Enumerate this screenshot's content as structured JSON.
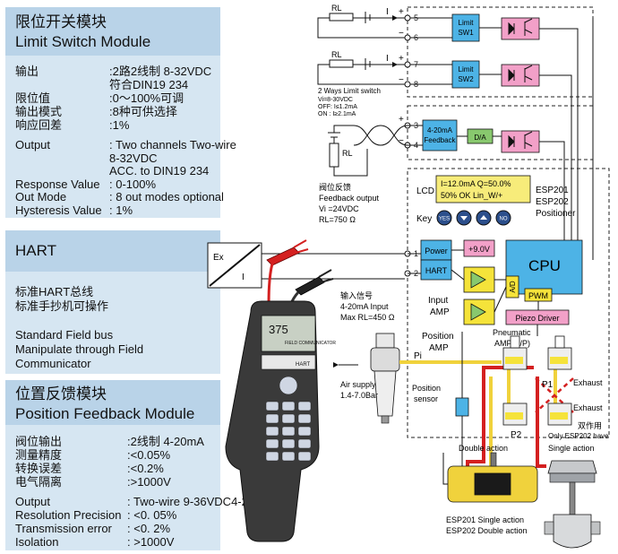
{
  "limit_module": {
    "title_cn": "限位开关模块",
    "title_en": "Limit Switch Module",
    "rows_cn": [
      {
        "k": "输出",
        "v": ":2路2线制  8-32VDC"
      },
      {
        "k": "",
        "v": "符合DIN19 234"
      },
      {
        "k": "限位值",
        "v": ":0～100%可调"
      },
      {
        "k": "输出模式",
        "v": ":8种可供选择"
      },
      {
        "k": "响应回差",
        "v": ":1%"
      }
    ],
    "rows_en": [
      {
        "k": "Output",
        "v": ": Two channels Two-wire"
      },
      {
        "k": "",
        "v": "8-32VDC"
      },
      {
        "k": "",
        "v": "ACC. to DIN19 234"
      },
      {
        "k": "Response Value",
        "v": ": 0-100%"
      },
      {
        "k": "Out Mode",
        "v": ": 8 out modes optional"
      },
      {
        "k": "Hysteresis Value",
        "v": ": 1%"
      }
    ]
  },
  "hart_module": {
    "title": "HART",
    "lines": [
      "标准HART总线",
      "标准手抄机可操作",
      "",
      "Standard Field bus",
      "Manipulate through Field",
      "Communicator"
    ]
  },
  "feedback_module": {
    "title_cn": "位置反馈模块",
    "title_en": "Position Feedback Module",
    "rows_cn": [
      {
        "k": "阀位输出",
        "v": ":2线制 4-20mA"
      },
      {
        "k": "测量精度",
        "v": ":<0.05%"
      },
      {
        "k": "转换误差",
        "v": ":<0.2%"
      },
      {
        "k": "电气隔离",
        "v": ":>1000V"
      }
    ],
    "rows_en": [
      {
        "k": "Output",
        "v": ": Two-wire 9-36VDC4-20mA"
      },
      {
        "k": "Resolution Precision",
        "v": ": <0. 05%"
      },
      {
        "k": "Transmission error",
        "v": ": <0. 2%"
      },
      {
        "k": "Isolation",
        "v": ": >1000V"
      }
    ]
  },
  "communicator": {
    "model": "375",
    "subtitle": "FIELD COMMUNICATOR",
    "brand": "HART"
  },
  "diagram": {
    "rl": "RL",
    "i": "I",
    "terminals": [
      "5",
      "6",
      "7",
      "8",
      "3",
      "4",
      "1",
      "2"
    ],
    "limit_sw1": "Limit SW1",
    "limit_sw2": "Limit SW2",
    "two_ways": "2 Ways Limit switch",
    "two_ways_spec": [
      "Vi=8-30VDC",
      "OFF: I≤1.2mA",
      "ON : I≥2.1mA"
    ],
    "feedback_block": [
      "4-20mA",
      "Feedback"
    ],
    "da": "D/A",
    "feedback_label": [
      "阀位反馈",
      "Feedback output",
      "Vi =24VDC",
      "RL=750 Ω"
    ],
    "lcd_label": "LCD",
    "lcd_lines": [
      "I=12.0mA  Q=50.0%",
      "50%  OK  Lin_W/+"
    ],
    "esp_label": [
      "ESP201",
      "ESP202",
      "Positioner"
    ],
    "key_label": "Key",
    "keys": [
      "YES",
      "",
      "",
      "NO"
    ],
    "power": "Power",
    "hart": "HART",
    "plus9v": "+9.0V",
    "cpu": "CPU",
    "ad": "A/D",
    "pwm": "PWM",
    "input_amp": [
      "Input",
      "AMP"
    ],
    "position_amp": [
      "Position",
      "AMP"
    ],
    "pneumatic_amp": [
      "Pneumatic",
      "AMP(E/P)"
    ],
    "piezo": "Piezo Driver",
    "input_signal": [
      "输入信号",
      "4-20mA Input",
      "Max RL=450 Ω"
    ],
    "ex": "Ex",
    "air_supply": [
      "Air supply",
      "1.4-7.0Bar"
    ],
    "pi": "Pi",
    "p1": "P1",
    "p2": "P2",
    "exhaust": "Exhaust",
    "double_acting": "双作用",
    "only_esp202": "Only ESP202 have",
    "position_sensor": [
      "Position",
      "sensor"
    ],
    "double_action": "Double action",
    "single_action": "Single action",
    "legend": [
      "ESP201 Single action",
      "ESP202 Double action"
    ],
    "plus": "+",
    "minus": "−"
  },
  "colors": {
    "panel": "#d6e6f2",
    "panel_header": "#b9d3e8",
    "block_blue": "#4db3e6",
    "block_pink": "#f2a0c8",
    "block_green": "#88c86e",
    "yellow": "#f5e33a",
    "lcd": "#f7ec7a",
    "wire_red": "#d42020",
    "pipe_yellow": "#f0d23c"
  }
}
